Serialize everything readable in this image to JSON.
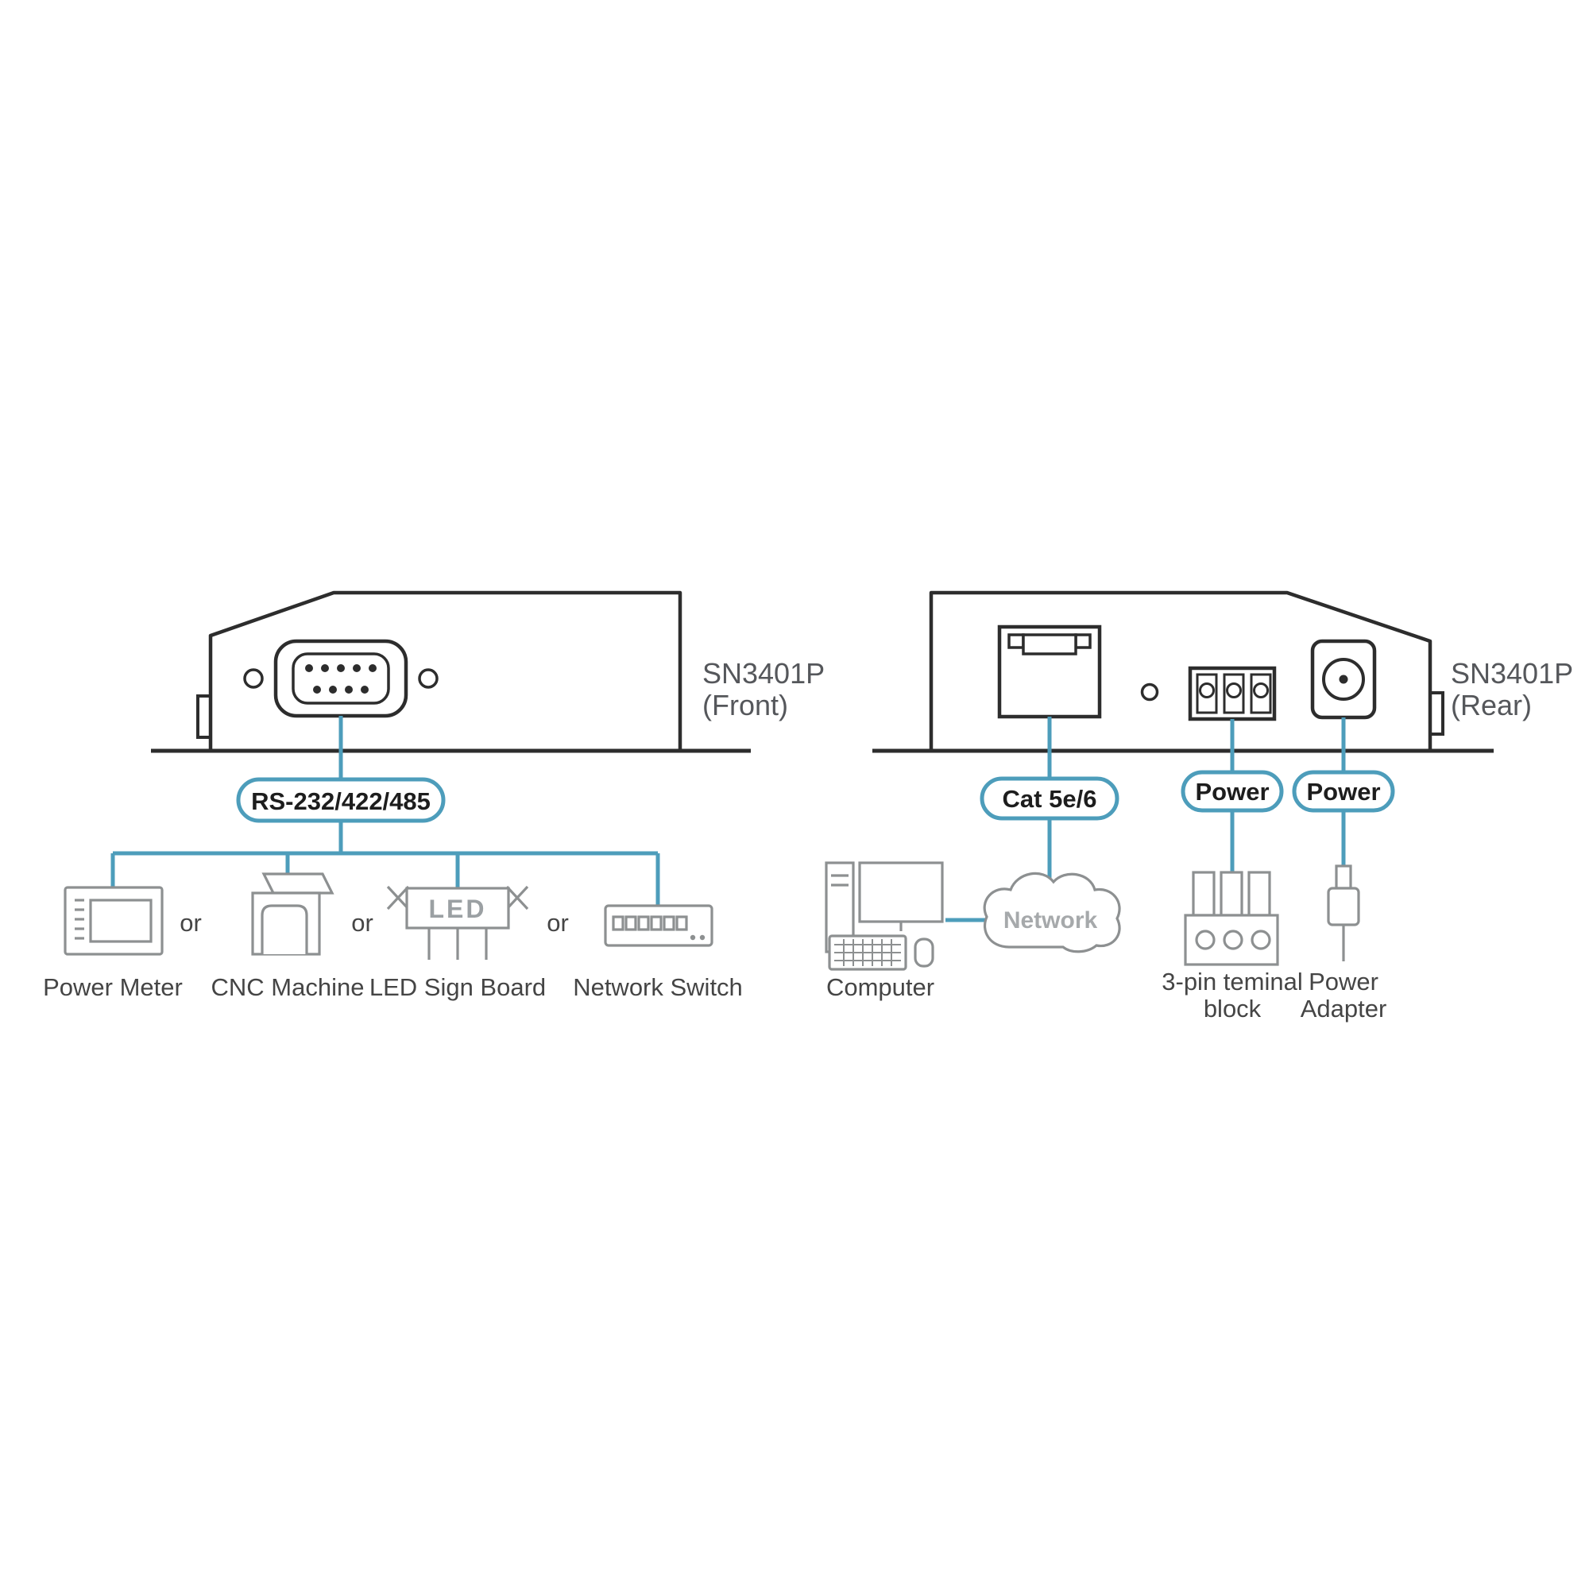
{
  "front": {
    "model": "SN3401P",
    "view": "(Front)",
    "serial_pill": "RS-232/422/485",
    "or": "or",
    "devices": [
      {
        "label": "Power Meter"
      },
      {
        "label": "CNC Machine"
      },
      {
        "label": "LED Sign Board"
      },
      {
        "label": "Network Switch"
      }
    ],
    "led_sign_text": "LED"
  },
  "rear": {
    "model": "SN3401P",
    "view": "(Rear)",
    "cat_pill": "Cat 5e/6",
    "power_pill_left": "Power",
    "power_pill_right": "Power",
    "network": "Network",
    "computer": "Computer",
    "terminal_block_line1": "3-pin teminal",
    "terminal_block_line2": "block",
    "adapter_line1": "Power",
    "adapter_line2": "Adapter"
  },
  "colors": {
    "accent_blue": "#4d9dbb",
    "device_outline": "#2d2d2d",
    "icon_gray": "#8d9091",
    "label_text": "#454545"
  }
}
